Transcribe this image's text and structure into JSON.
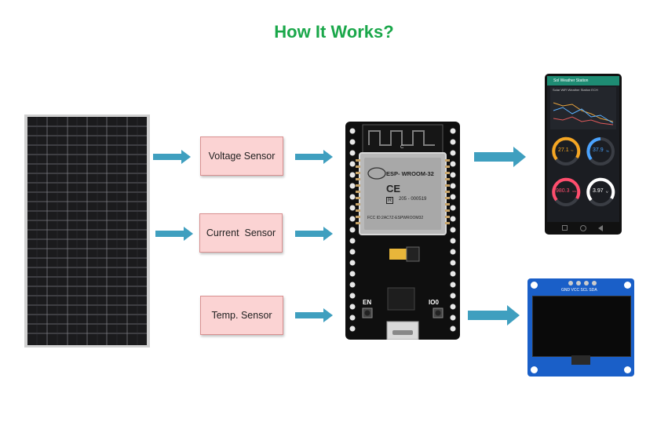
{
  "title": "How It Works?",
  "sensors": {
    "voltage": "Voltage Sensor",
    "current": "Current  Sensor",
    "temp": "Temp. Sensor"
  },
  "board": {
    "module_title": "ESP- WROOM-32",
    "mark_c": "C",
    "mark_ce": "CE",
    "mark_r": "R",
    "module_cert": "205 - 000519",
    "module_fcc": "FCC ID:2AC7Z-ESPWROOM32",
    "en_label": "EN",
    "io0_label": "IO0"
  },
  "phone": {
    "app_title": "Sol Weather Station",
    "chart_title": "Solar WiFi Weather Station ECH",
    "gauges": [
      {
        "value": "27.1",
        "unit": "°C",
        "color": "#f5a623"
      },
      {
        "value": "37.9",
        "unit": "%",
        "color": "#4aa3ff"
      },
      {
        "value": "980.3",
        "unit": "hPa",
        "color": "#ff4d6d"
      },
      {
        "value": "3.97",
        "unit": "V",
        "color": "#ffffff"
      }
    ]
  },
  "oled": {
    "pin_labels": "GND VCC SCL SDA"
  },
  "colors": {
    "arrow": "#3f9fbf",
    "title": "#1aa74a",
    "sensor_fill": "#fbd3d3"
  }
}
